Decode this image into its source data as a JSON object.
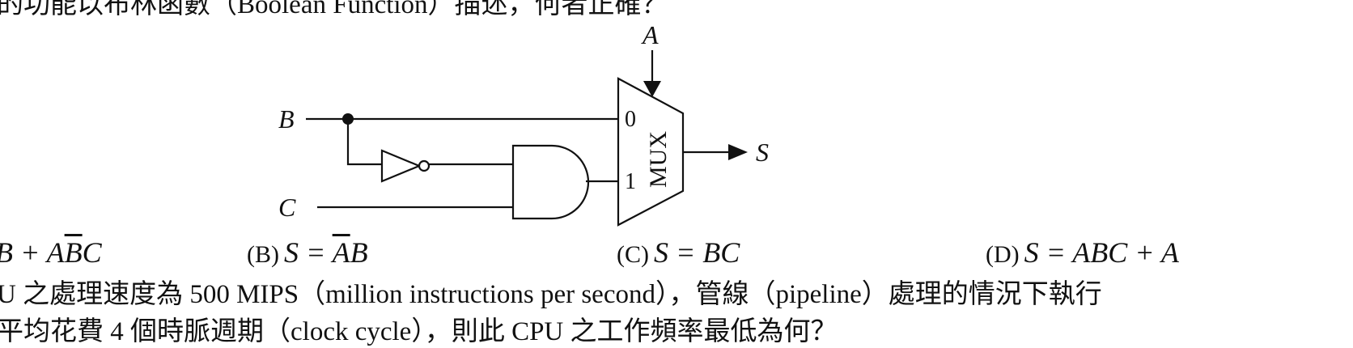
{
  "question1": {
    "stem_partial": "的功能以布林函數（Boolean Function）描述，何者正確？"
  },
  "circuit": {
    "labels": {
      "a": "A",
      "b": "B",
      "c": "C",
      "s": "S",
      "mux": "MUX",
      "in0": "0",
      "in1": "1"
    }
  },
  "options": [
    {
      "letter": "",
      "parts": [
        "B + A",
        "B",
        "C"
      ]
    },
    {
      "letter": "(B)",
      "parts": [
        "S = ",
        "A",
        "B"
      ]
    },
    {
      "letter": "(C)",
      "text": "S = BC"
    },
    {
      "letter": "(D)",
      "text": "S = ABC + A"
    }
  ],
  "question2": {
    "line1": "U 之處理速度為 500 MIPS（million instructions per second），管線（pipeline）處理的情況下執行",
    "line2": "平均花費 4 個時脈週期（clock cycle），則此 CPU 之工作頻率最低為何？"
  }
}
